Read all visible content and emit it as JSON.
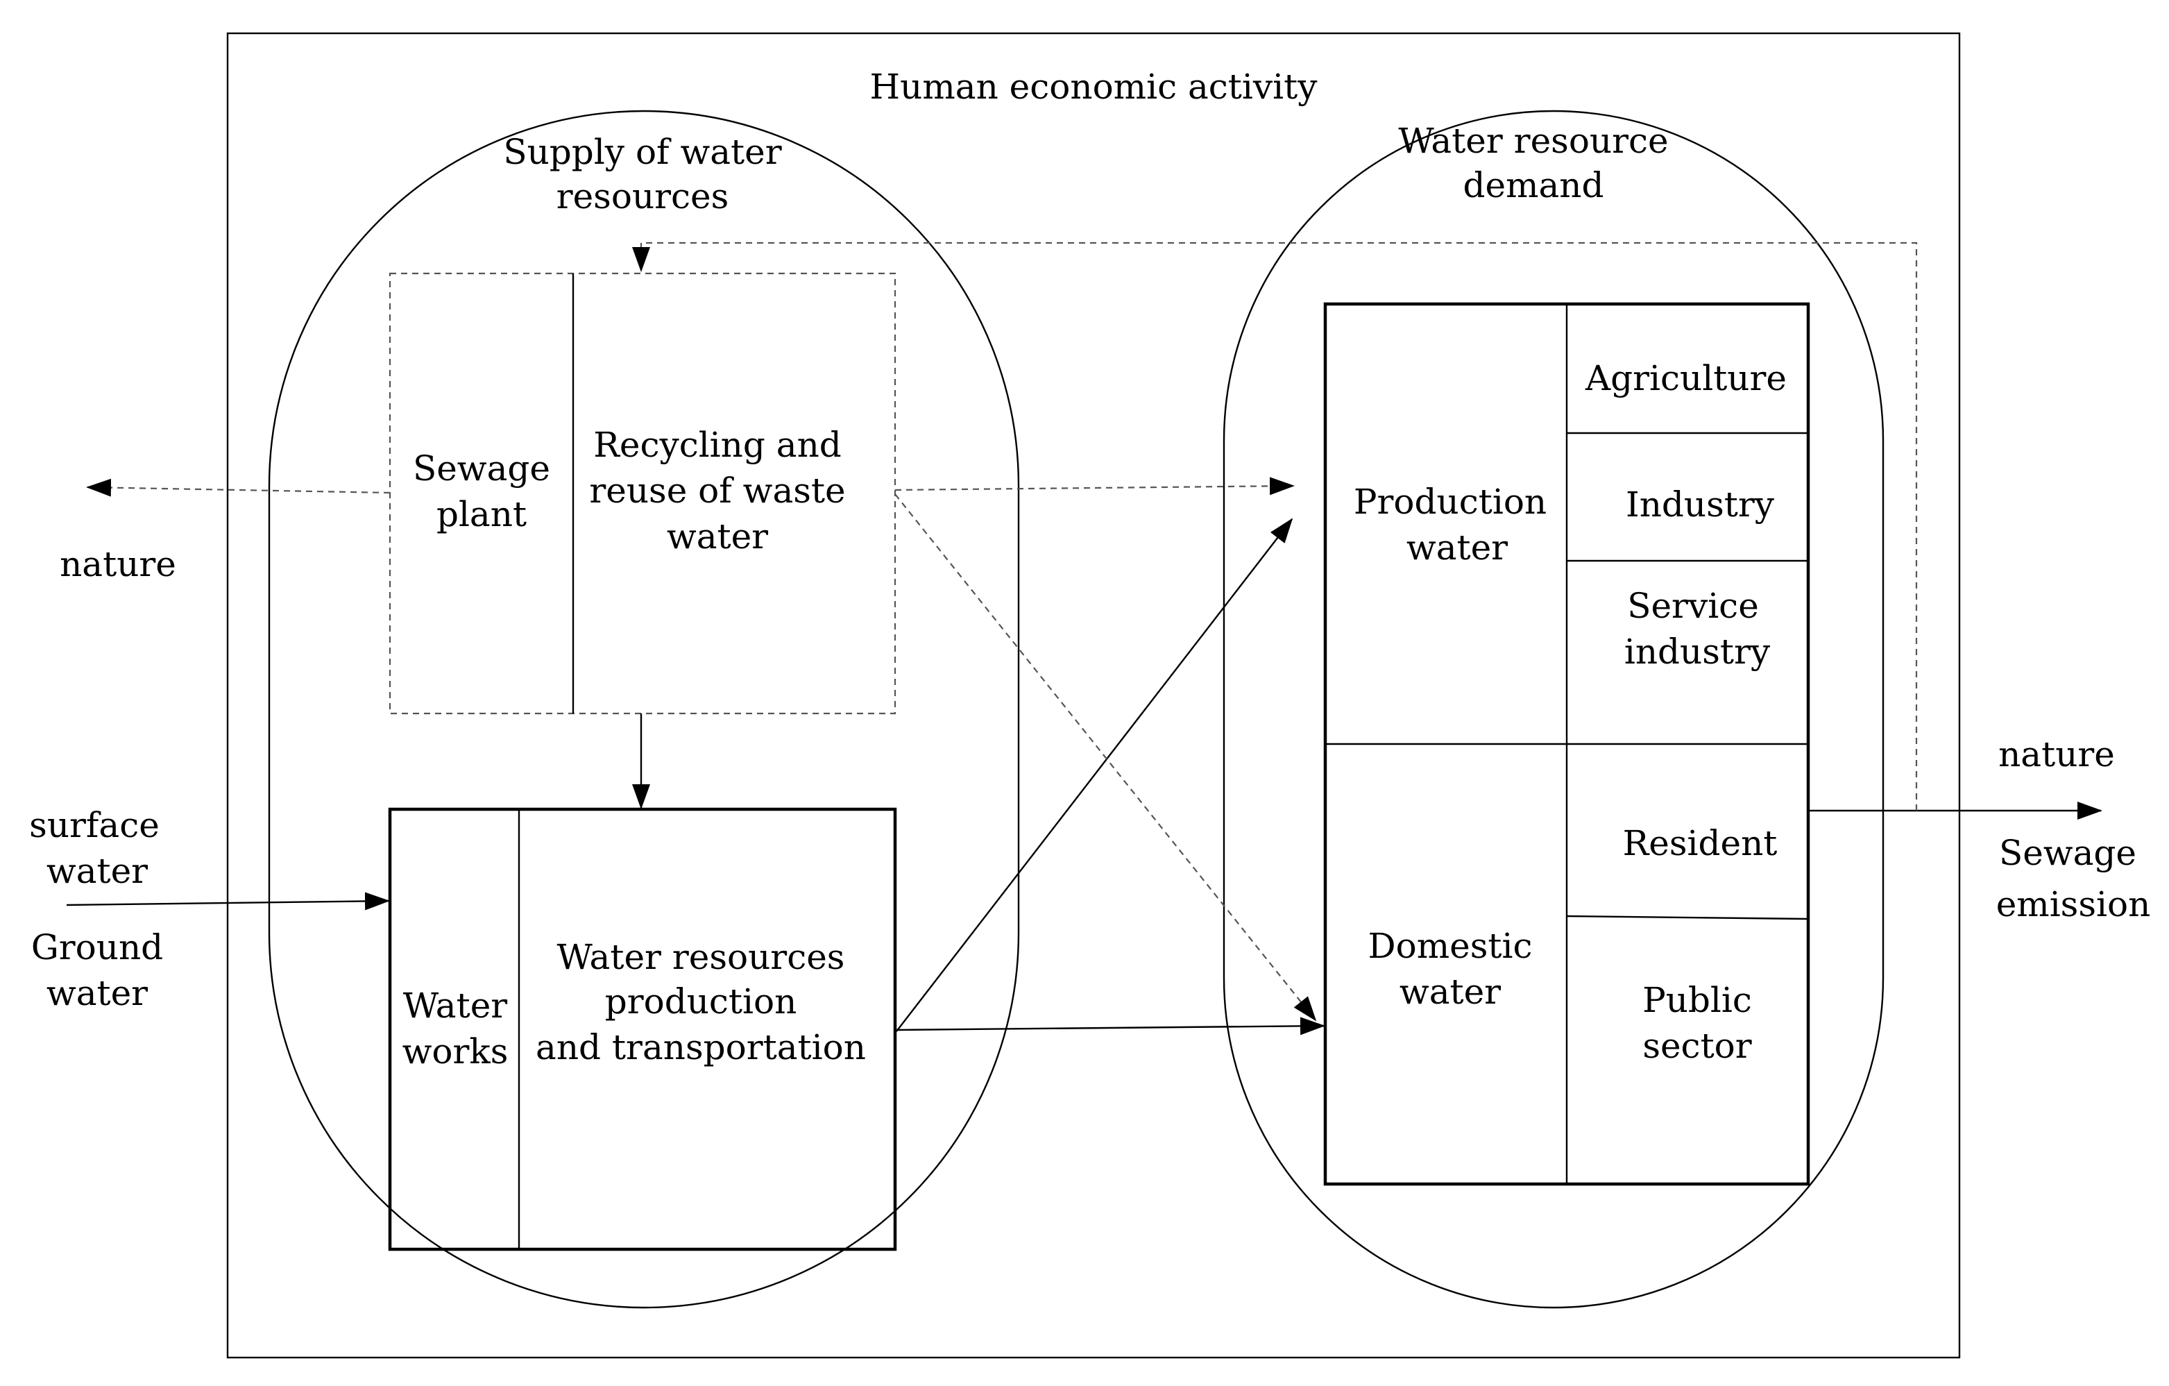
{
  "outer": {
    "title": "Human economic activity"
  },
  "supply": {
    "title": [
      "Supply of water",
      "resources"
    ],
    "sewage_plant": [
      "Sewage",
      "plant"
    ],
    "recycling": [
      "Recycling and",
      "reuse of waste",
      "water"
    ],
    "water_works": [
      "Water",
      "works"
    ],
    "production": [
      "Water resources",
      "production",
      "and transportation"
    ]
  },
  "demand": {
    "title": [
      "Water resource",
      "demand"
    ],
    "production_water": [
      "Production",
      "water"
    ],
    "agriculture": "Agriculture",
    "industry": "Industry",
    "service_industry": [
      "Service",
      "industry"
    ],
    "domestic_water": [
      "Domestic",
      "water"
    ],
    "resident": "Resident",
    "public_sector": [
      "Public",
      "sector"
    ]
  },
  "external": {
    "nature_left": "nature",
    "surface_water": [
      "surface",
      "water"
    ],
    "ground_water": [
      "Ground",
      "water"
    ],
    "nature_right": "nature",
    "sewage_emission": [
      "Sewage",
      "emission"
    ]
  }
}
